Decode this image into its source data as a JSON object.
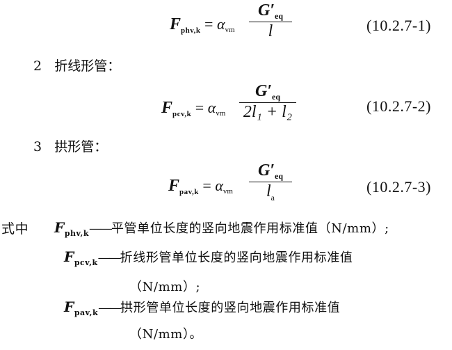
{
  "formulas": [
    {
      "lhs_sub": "phv,k",
      "coef_sub": "vm",
      "num": "G′",
      "num_sub": "eq",
      "den": "l",
      "den_sub": "",
      "eqno": "(10.2.7-1)"
    },
    {
      "lhs_sub": "pcv,k",
      "coef_sub": "vm",
      "num": "G′",
      "num_sub": "eq",
      "den": "2l₁ + l₂",
      "den_sub": "",
      "eqno": "(10.2.7-2)"
    },
    {
      "lhs_sub": "pav,k",
      "coef_sub": "vm",
      "num": "G′",
      "num_sub": "eq",
      "den": "l",
      "den_sub": "a",
      "eqno": "(10.2.7-3)"
    }
  ],
  "items": [
    {
      "num": "2",
      "label": "折线形管："
    },
    {
      "num": "3",
      "label": "拱形管："
    }
  ],
  "where_label": "式中",
  "definitions": [
    {
      "sym_sub": "phv,k",
      "text": "平管单位长度的竖向地震作用标准值（N/mm）;",
      "cont": ""
    },
    {
      "sym_sub": "pcv,k",
      "text": "折线形管单位长度的竖向地震作用标准值",
      "cont": "（N/mm）;"
    },
    {
      "sym_sub": "pav,k",
      "text": "拱形管单位长度的竖向地震作用标准值",
      "cont": "（N/mm）。"
    }
  ]
}
